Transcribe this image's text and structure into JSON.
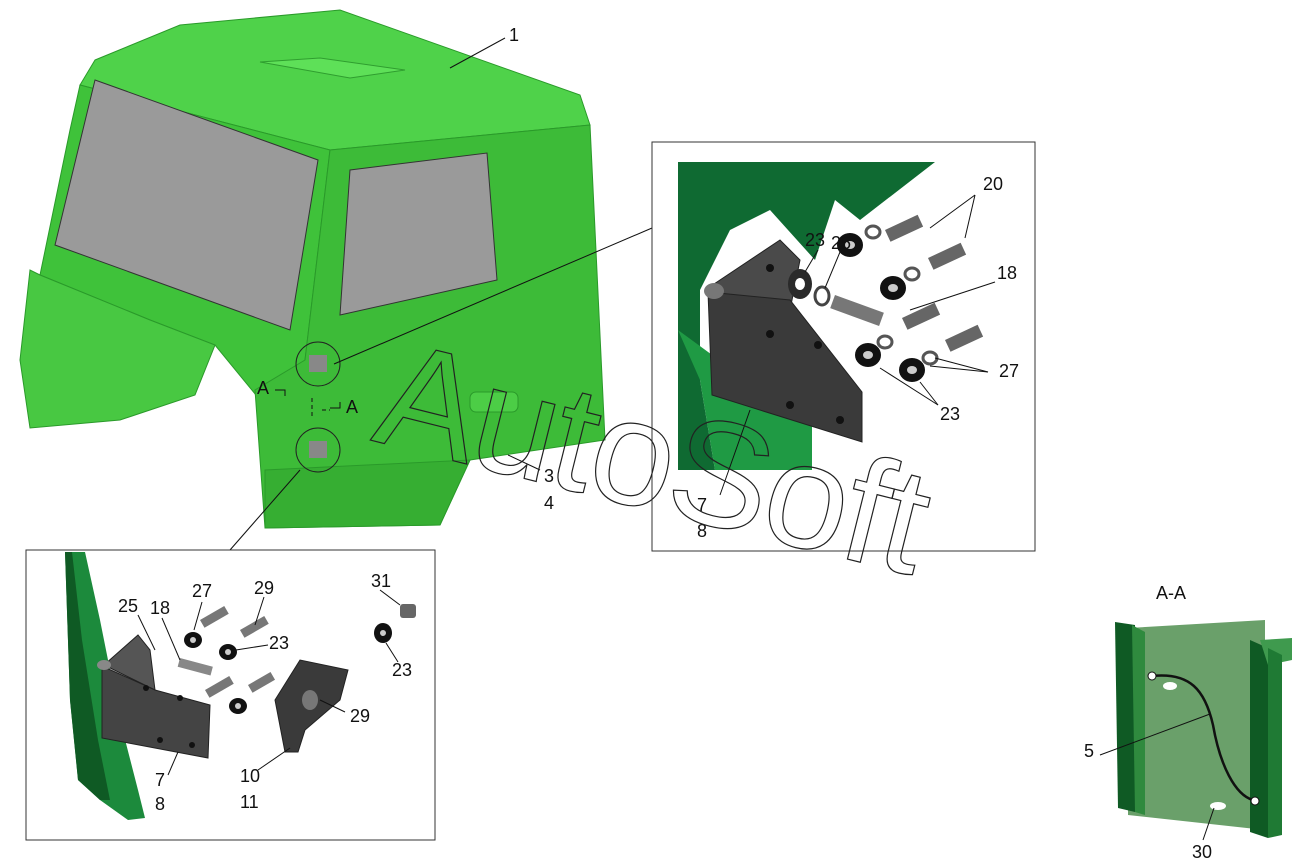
{
  "watermark": "AutoSoft",
  "section_title": "A-A",
  "section_marks": {
    "left": "A",
    "right": "A"
  },
  "callouts": {
    "main": [
      "1",
      "3",
      "4"
    ],
    "upper_detail": [
      "20",
      "23",
      "25",
      "18",
      "27",
      "23",
      "7",
      "8"
    ],
    "lower_detail": [
      "27",
      "29",
      "31",
      "25",
      "18",
      "23",
      "23",
      "29",
      "10",
      "11",
      "7",
      "8"
    ],
    "section": [
      "5",
      "30"
    ]
  },
  "colors": {
    "cab_green": "#3fc23a",
    "cab_dark": "#1f8a1f",
    "glass": "#9a9a9a",
    "metal": "#4a4a4a",
    "section_panel": "#6aa06a",
    "section_dark": "#0f5a24"
  }
}
